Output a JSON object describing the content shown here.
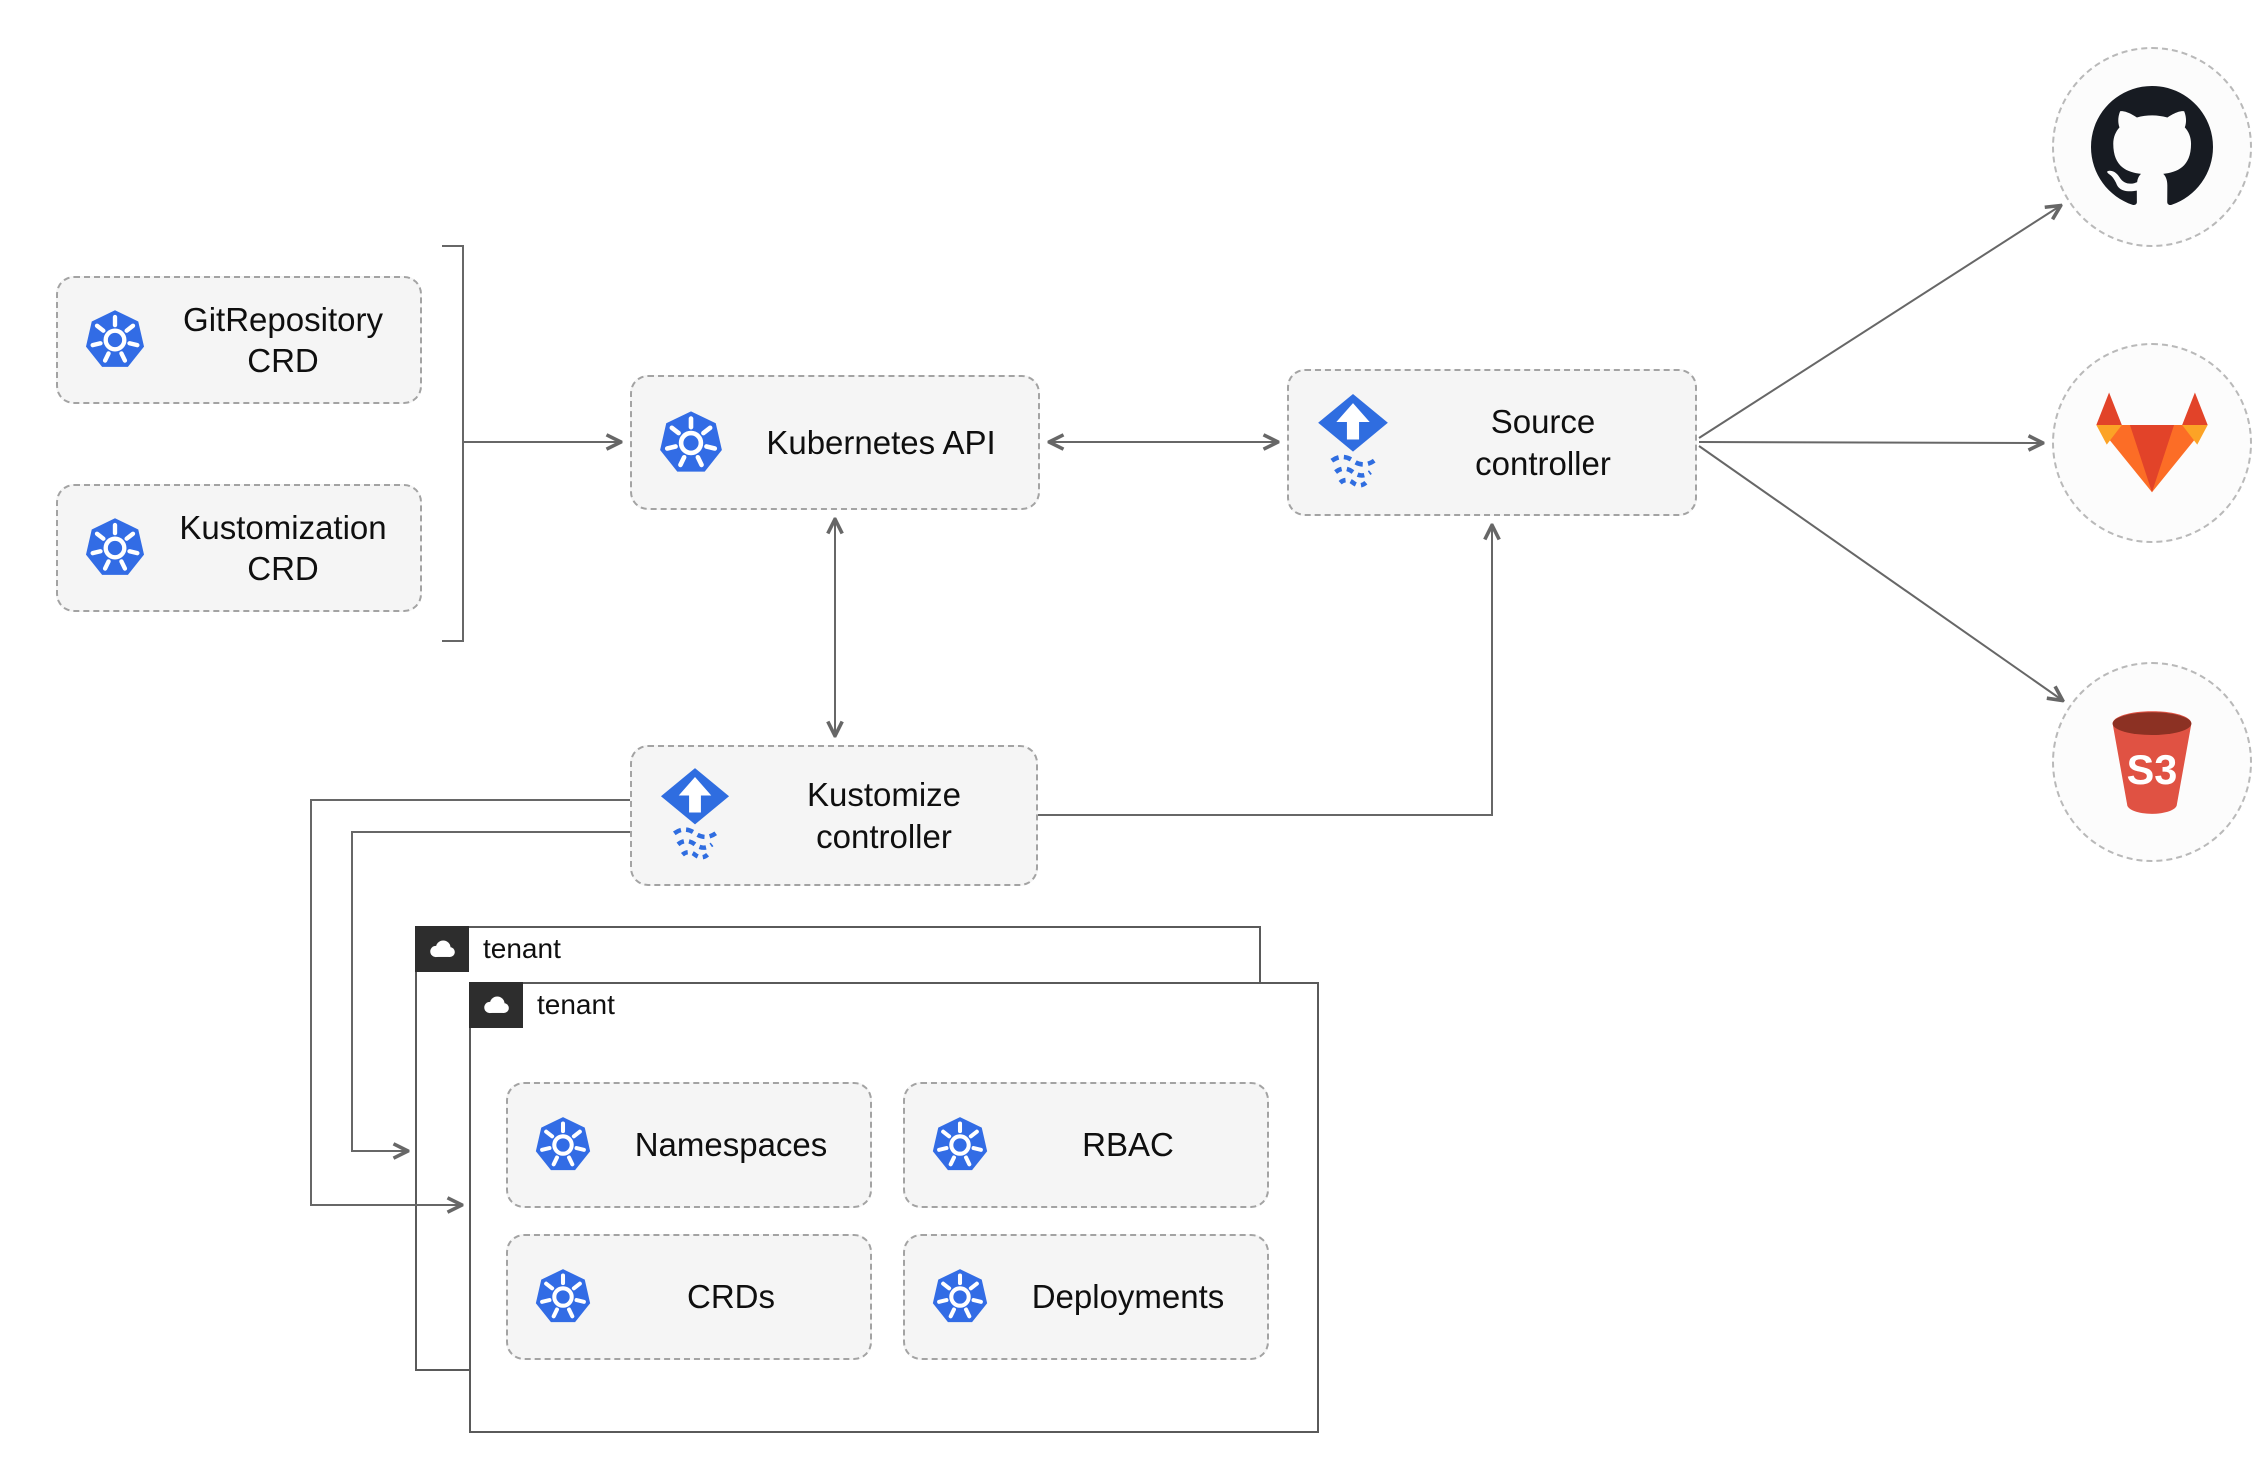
{
  "nodes": {
    "git_repository_crd": {
      "label": "GitRepository CRD"
    },
    "kustomization_crd": {
      "label": "Kustomization CRD"
    },
    "kubernetes_api": {
      "label": "Kubernetes API"
    },
    "source_controller": {
      "label": "Source controller"
    },
    "kustomize_controller": {
      "label": "Kustomize controller"
    },
    "tenant_back": {
      "label": "tenant"
    },
    "tenant_front": {
      "label": "tenant"
    },
    "namespaces": {
      "label": "Namespaces"
    },
    "rbac": {
      "label": "RBAC"
    },
    "crds": {
      "label": "CRDs"
    },
    "deployments": {
      "label": "Deployments"
    }
  },
  "endpoints": {
    "github": {
      "icon": "github-octocat-icon"
    },
    "gitlab": {
      "icon": "gitlab-tanuki-icon"
    },
    "s3": {
      "icon": "aws-s3-bucket-icon",
      "label": "S3"
    }
  },
  "icons": {
    "kubernetes": "kubernetes-wheel-icon",
    "flux": "flux-diamond-arrow-icon",
    "cloud": "cloud-icon"
  },
  "colors": {
    "node_fill": "#f5f5f5",
    "node_border": "#a3a3a3",
    "connector": "#676767",
    "kubernetes_blue": "#326ce5",
    "flux_blue": "#2f6de0",
    "github_dark": "#171b22",
    "gitlab_red": "#e24329",
    "gitlab_orange": "#fc6d26",
    "gitlab_yellow": "#fca326",
    "s3_body_red": "#e05243",
    "s3_top_dark": "#8c3123",
    "tenant_tab_dark": "#2d2d2d"
  }
}
